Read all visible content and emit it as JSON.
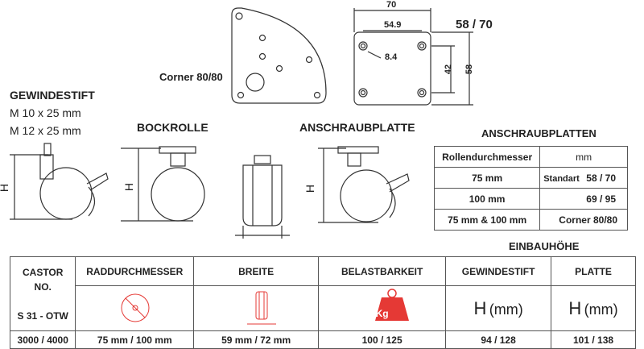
{
  "top": {
    "corner_label": "Corner 80/80",
    "plate_size": "58 / 70",
    "dim_70": "70",
    "dim_549": "54.9",
    "dim_84": "8.4",
    "dim_42": "42",
    "dim_58": "58"
  },
  "sections": {
    "gewindestift": "GEWINDESTIFT",
    "m10": "M 10  x  25 mm",
    "m12": "M 12  x  25 mm",
    "bockrolle": "BOCKROLLE",
    "anschraubplatte": "ANSCHRAUBPLATTE",
    "h": "H"
  },
  "plates_table": {
    "title": "ANSCHRAUBPLATTEN",
    "header": [
      "Rollendurchmesser",
      "mm"
    ],
    "rows": [
      {
        "d": "75 mm",
        "pre": "Standart",
        "v": "58  / 70"
      },
      {
        "d": "100 mm",
        "pre": "",
        "v": "69  / 95"
      },
      {
        "d": "75 mm & 100 mm",
        "pre": "",
        "v": "Corner 80/80"
      }
    ]
  },
  "main_table": {
    "einbau": "EINBAUHÖHE",
    "castor": "CASTOR",
    "no": "NO.",
    "model": "S 31 - OTW",
    "headers": [
      "RADDURCHMESSER",
      "BREITE",
      "BELASTBARKEIT",
      "GEWINDESTIFT",
      "PLATTE"
    ],
    "kg": "Kg",
    "h_mm": "H",
    "mm": "(mm)",
    "values": [
      "3000 / 4000",
      "75 mm  / 100 mm",
      "59 mm / 72 mm",
      "100 / 125",
      "94 / 128",
      "101 / 138"
    ]
  },
  "colors": {
    "accent": "#e53935",
    "border": "#555555"
  }
}
